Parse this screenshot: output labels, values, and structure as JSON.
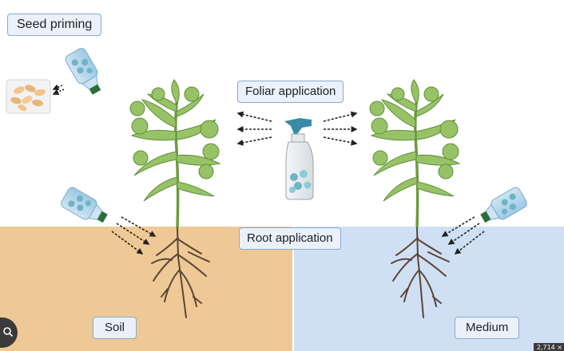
{
  "labels": {
    "seed_priming": "Seed priming",
    "foliar_application": "Foliar application",
    "root_application": "Root application",
    "soil": "Soil",
    "medium": "Medium"
  },
  "overlay": {
    "image_dimensions": "2,714 ×",
    "lens_icon": "lens-icon"
  },
  "colors": {
    "soil": "#efc995",
    "medium": "#cfe0f5",
    "leaf": "#98c266",
    "leaf_dark": "#5f8f3a",
    "stem": "#6d9b3e",
    "root": "#5b4636",
    "arrow": "#222222",
    "nanoparticle": "#6fb4c2",
    "label_border": "#8fa8c8"
  }
}
